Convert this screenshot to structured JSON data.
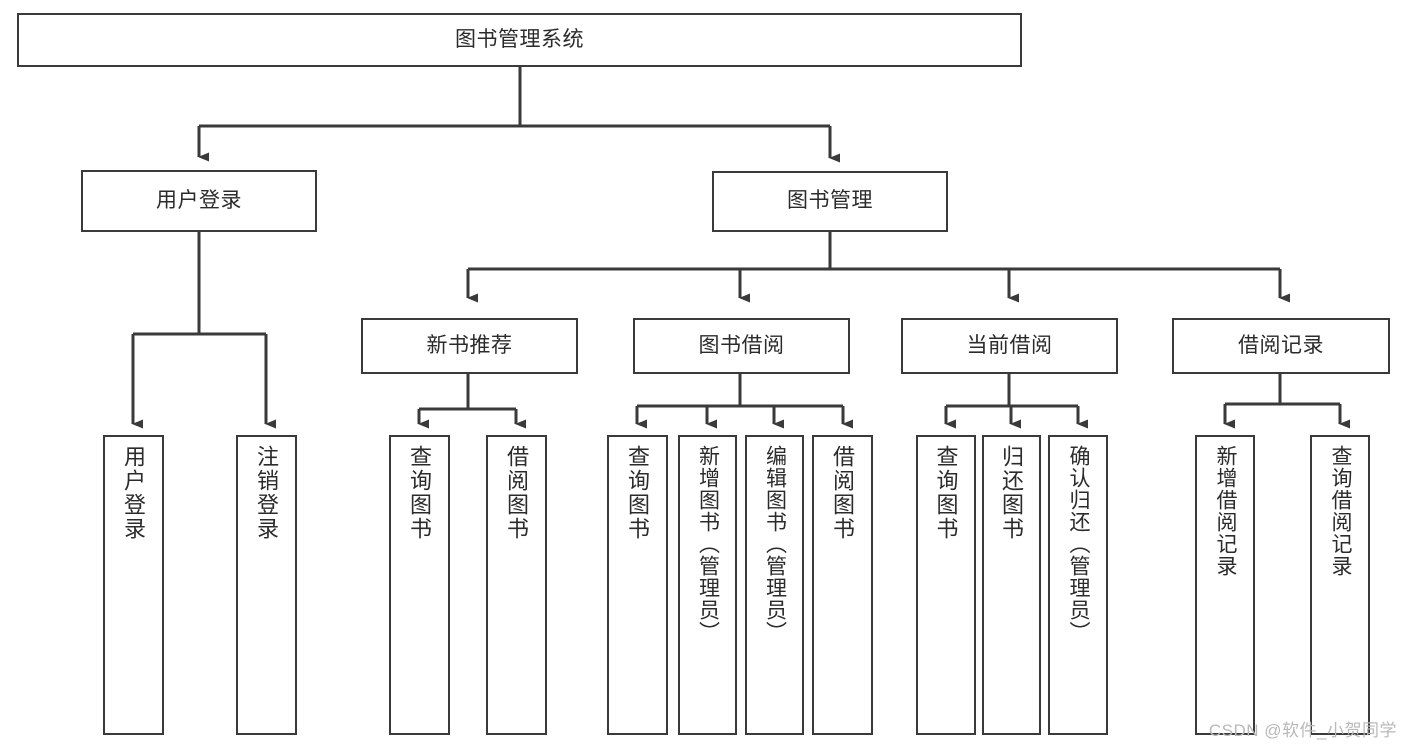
{
  "diagram": {
    "title": "图书管理系统",
    "type": "tree-hierarchy-chart",
    "watermark": "CSDN @软件_小贺同学",
    "colors": {
      "box_border": "#3a3a3a",
      "connector": "#3a3a3a",
      "background": "#ffffff",
      "text": "#2b2b2b",
      "watermark": "#b9b9b9"
    },
    "root": {
      "label": "图书管理系统"
    },
    "level2": [
      {
        "label": "用户登录"
      },
      {
        "label": "图书管理"
      }
    ],
    "level3": [
      {
        "label": "新书推荐"
      },
      {
        "label": "图书借阅"
      },
      {
        "label": "当前借阅"
      },
      {
        "label": "借阅记录"
      }
    ],
    "leaves": {
      "user_login": [
        {
          "label": "用户登录"
        },
        {
          "label": "注销登录"
        }
      ],
      "new_book_recommend": [
        {
          "label": "查询图书"
        },
        {
          "label": "借阅图书"
        }
      ],
      "book_borrow": [
        {
          "label": "查询图书"
        },
        {
          "label": "新增图书（管理员）"
        },
        {
          "label": "编辑图书（管理员）"
        },
        {
          "label": "借阅图书"
        }
      ],
      "current_borrow": [
        {
          "label": "查询图书"
        },
        {
          "label": "归还图书"
        },
        {
          "label": "确认归还（管理员）"
        }
      ],
      "borrow_record": [
        {
          "label": "新增借阅记录"
        },
        {
          "label": "查询借阅记录"
        }
      ]
    }
  }
}
